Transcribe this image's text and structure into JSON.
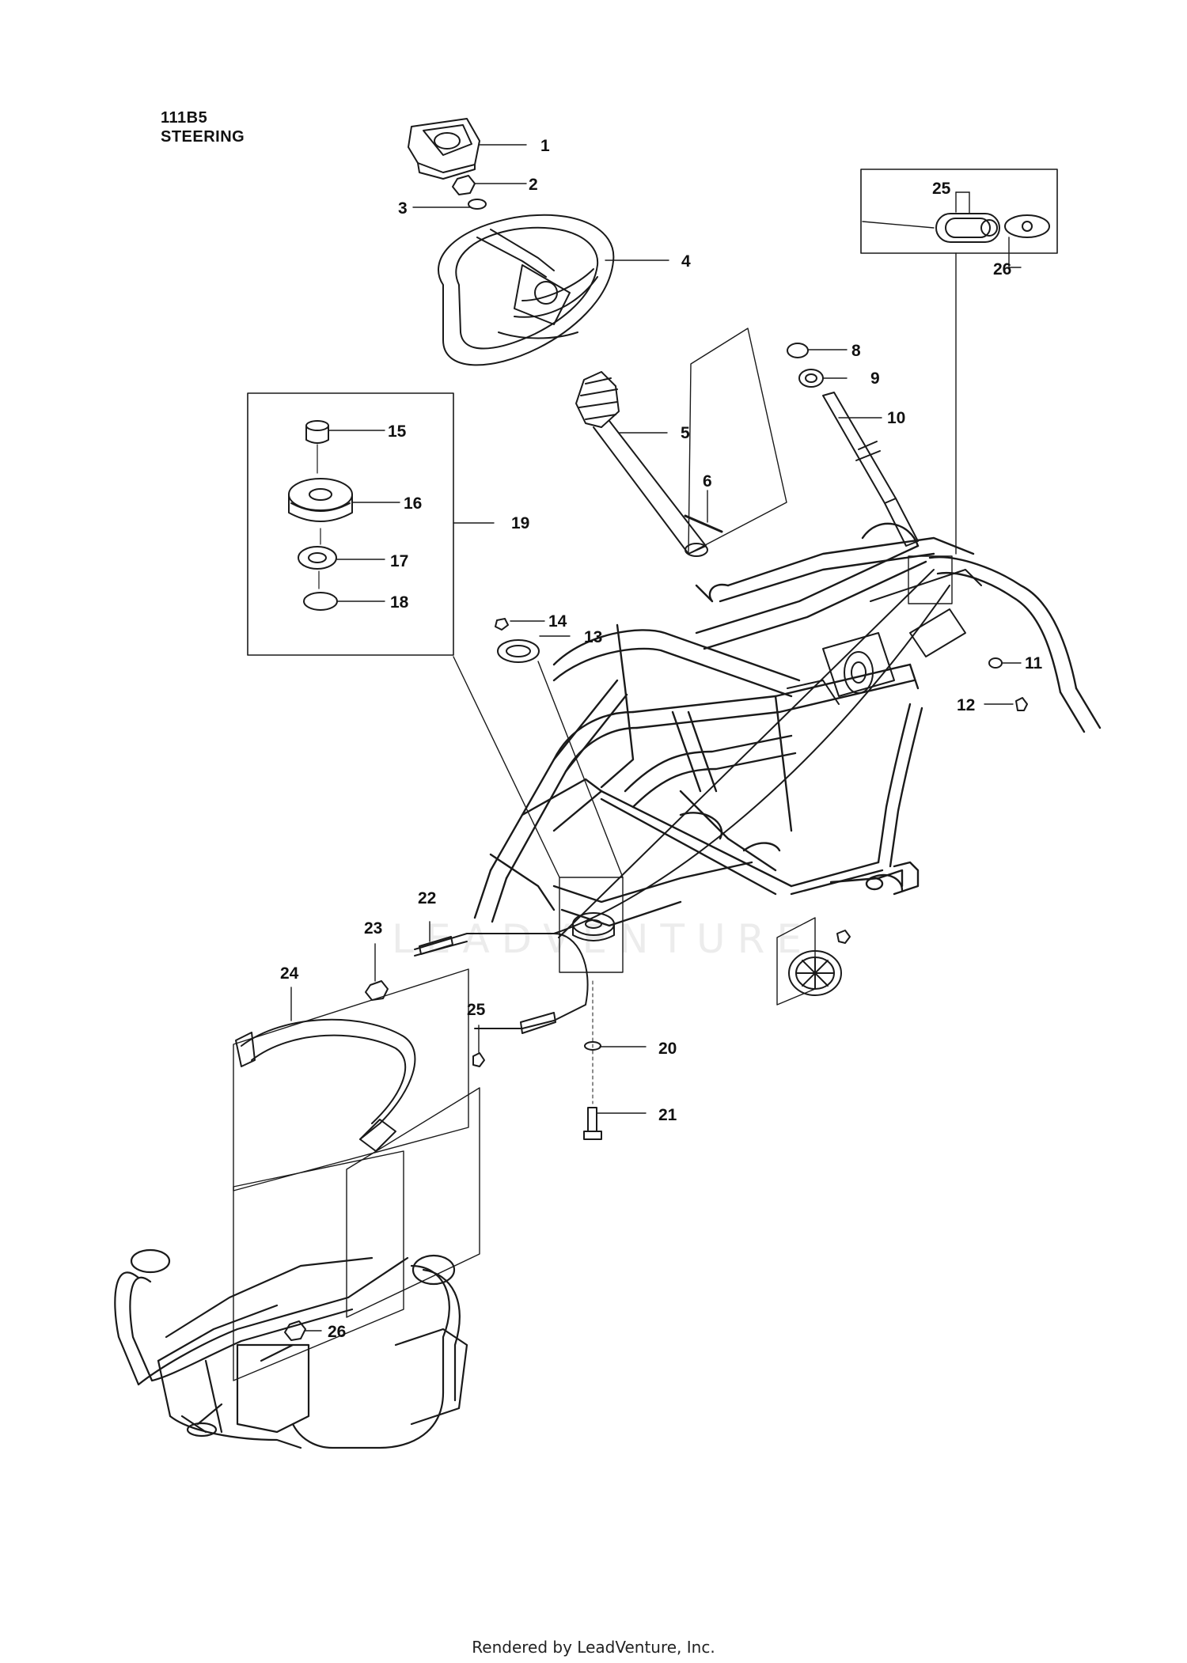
{
  "header": {
    "code": "111B5",
    "title": "STEERING"
  },
  "watermark": "LEADVENTURE",
  "footer": "Rendered by LeadVenture, Inc.",
  "callouts": [
    {
      "id": "1",
      "label": "1"
    },
    {
      "id": "2",
      "label": "2"
    },
    {
      "id": "3",
      "label": "3"
    },
    {
      "id": "4",
      "label": "4"
    },
    {
      "id": "5",
      "label": "5"
    },
    {
      "id": "6",
      "label": "6"
    },
    {
      "id": "8",
      "label": "8"
    },
    {
      "id": "9",
      "label": "9"
    },
    {
      "id": "10",
      "label": "10"
    },
    {
      "id": "11",
      "label": "11"
    },
    {
      "id": "12",
      "label": "12"
    },
    {
      "id": "13",
      "label": "13"
    },
    {
      "id": "14",
      "label": "14"
    },
    {
      "id": "15",
      "label": "15"
    },
    {
      "id": "16",
      "label": "16"
    },
    {
      "id": "17",
      "label": "17"
    },
    {
      "id": "18",
      "label": "18"
    },
    {
      "id": "19",
      "label": "19"
    },
    {
      "id": "20",
      "label": "20"
    },
    {
      "id": "21",
      "label": "21"
    },
    {
      "id": "22",
      "label": "22"
    },
    {
      "id": "23",
      "label": "23"
    },
    {
      "id": "24",
      "label": "24"
    },
    {
      "id": "25a",
      "label": "25"
    },
    {
      "id": "25b",
      "label": "25"
    },
    {
      "id": "26a",
      "label": "26"
    },
    {
      "id": "26b",
      "label": "26"
    }
  ]
}
